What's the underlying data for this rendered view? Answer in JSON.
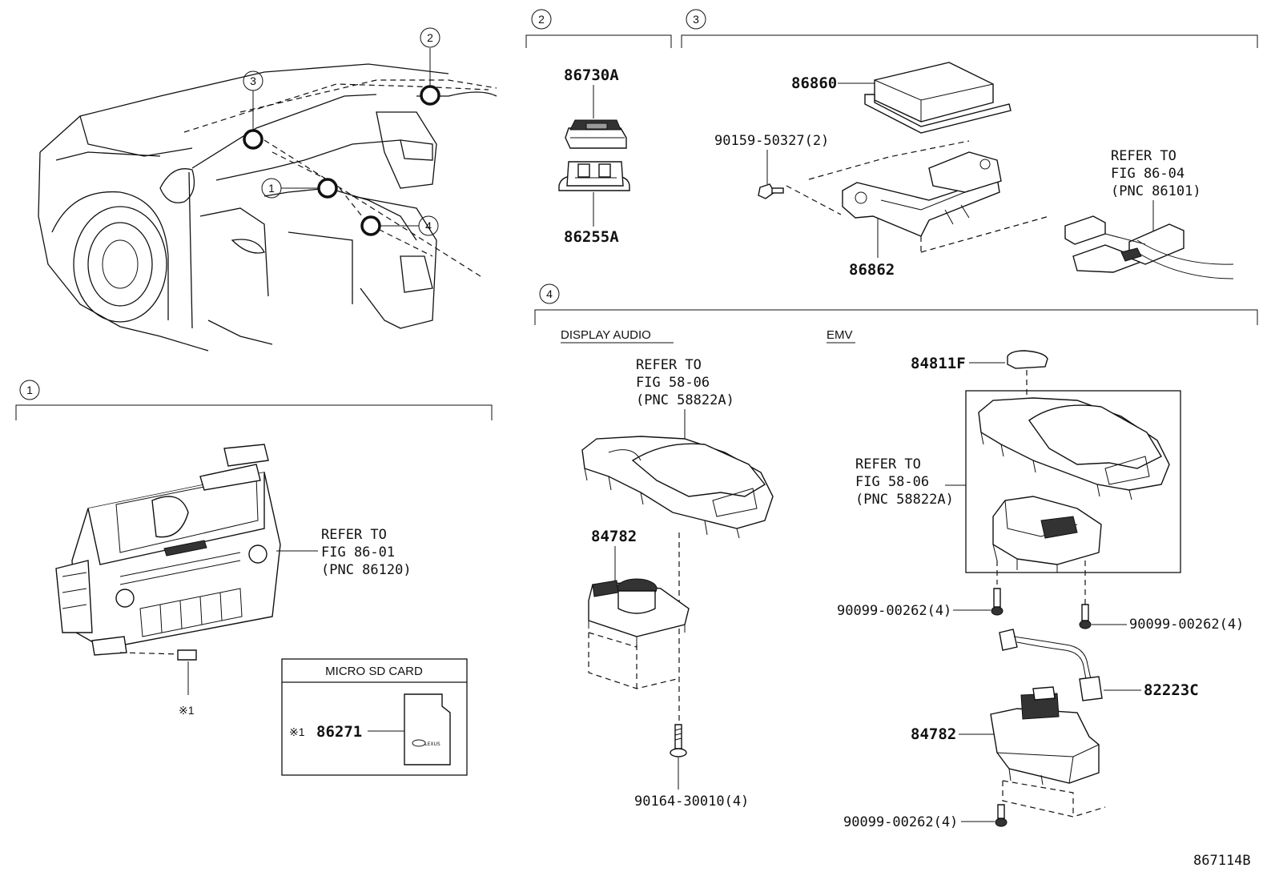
{
  "callouts": {
    "c1": "1",
    "c2": "2",
    "c3": "3",
    "c4": "4"
  },
  "parts": {
    "p86730A": "86730A",
    "p86255A": "86255A",
    "p86860": "86860",
    "p90159": "90159-50327(2)",
    "p86862": "86862",
    "p84811F": "84811F",
    "p84782_left": "84782",
    "p90164": "90164-30010(4)",
    "p90099_a": "90099-00262(4)",
    "p90099_b": "90099-00262(4)",
    "p90099_c": "90099-00262(4)",
    "p82223C": "82223C",
    "p84782_right": "84782",
    "p86271": "86271"
  },
  "refs": {
    "ref_86_01": [
      "REFER TO",
      "FIG 86-01",
      "(PNC 86120)"
    ],
    "ref_86_04": [
      "REFER TO",
      "FIG 86-04",
      "(PNC 86101)"
    ],
    "ref_58_06_a": [
      "REFER TO",
      "FIG 58-06",
      "(PNC 58822A)"
    ],
    "ref_58_06_b": [
      "REFER TO",
      "FIG 58-06",
      "(PNC 58822A)"
    ]
  },
  "labels": {
    "display_audio": "DISPLAY AUDIO",
    "emv": "EMV",
    "micro_sd_card": "MICRO SD CARD",
    "note_mark_1": "※1",
    "note_mark_2": "※1",
    "sd_brand": "LEXUS",
    "diagram_id": "867114B"
  }
}
